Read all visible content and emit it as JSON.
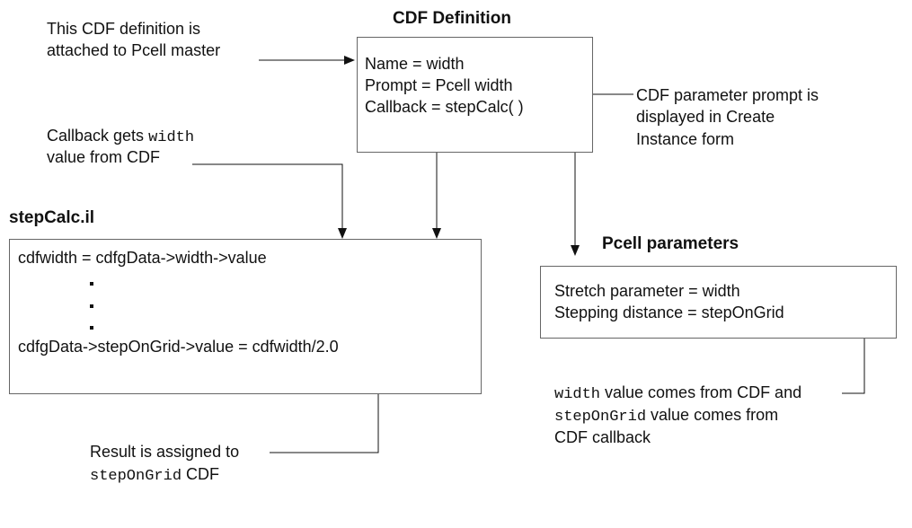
{
  "colors": {
    "ink": "#111111",
    "box_border": "#666666",
    "background": "#ffffff"
  },
  "headings": {
    "cdf_definition": "CDF Definition",
    "stepcalc_file": "stepCalc.il",
    "pcell_parameters": "Pcell parameters"
  },
  "cdf_box": {
    "lines": [
      "Name = width",
      "Prompt = Pcell width",
      "Callback = stepCalc( )"
    ]
  },
  "stepcalc_box": {
    "first_line": "cdfwidth = cdfgData->width->value",
    "last_line": "cdfgData->stepOnGrid->value = cdfwidth/2.0"
  },
  "pcell_box": {
    "lines": [
      "Stretch parameter = width",
      "Stepping distance = stepOnGrid"
    ]
  },
  "annotations": {
    "attached": {
      "line1": "This CDF definition is",
      "line2": "attached to Pcell master"
    },
    "callback": {
      "line1_prefix": "Callback gets ",
      "line1_code": "width",
      "line2": "value from CDF"
    },
    "prompt": {
      "line1": "CDF parameter prompt is",
      "line2": "displayed in Create",
      "line3": "Instance form"
    },
    "result": {
      "line1": "Result is assigned to",
      "line2_code": "stepOnGrid",
      "line2_suffix": " CDF"
    },
    "width_value": {
      "line1_code": "width",
      "line1_suffix": " value comes from CDF and",
      "line2_code": "stepOnGrid",
      "line2_suffix": " value comes from",
      "line3": "CDF callback"
    }
  }
}
